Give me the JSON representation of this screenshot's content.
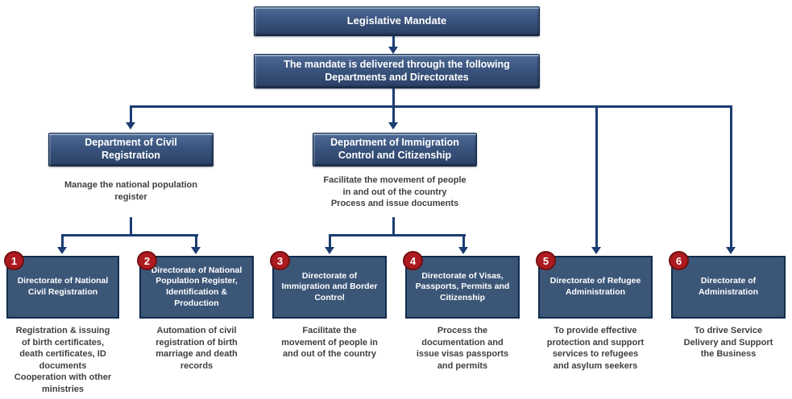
{
  "colors": {
    "background": "#ffffff",
    "connector": "#1c3d72",
    "box_fill_top": "#4f6b96",
    "box_fill_mid": "#3a547e",
    "box_fill_bottom": "#2b4165",
    "box_border": "#122c4e",
    "flat_box_fill": "#3c5677",
    "flat_box_border": "#122c4e",
    "badge_fill": "#ad1a1f",
    "badge_border": "#70100f",
    "desc_text": "#3f3f3f",
    "title_text": "#ffffff"
  },
  "root_box": {
    "title": "Legislative Mandate"
  },
  "mandate_box": {
    "text": "The mandate is delivered through the following\nDepartments and Directorates"
  },
  "departments": [
    {
      "name": "Department of Civil\nRegistration",
      "description": "Manage the national population\nregister"
    },
    {
      "name": "Department  of Immigration\nControl and Citizenship",
      "description": "Facilitate the movement of people\nin and out of the country\nProcess and issue documents"
    }
  ],
  "directorates": [
    {
      "number": "1",
      "name": "Directorate of National\nCivil Registration",
      "description": "Registration & issuing\nof birth certificates,\ndeath certificates, ID\ndocuments\nCooperation with other\nministries"
    },
    {
      "number": "2",
      "name": "Directorate of National\nPopulation Register,\nIdentification &\nProduction",
      "description": "Automation of civil\nregistration of birth\nmarriage and death\nrecords"
    },
    {
      "number": "3",
      "name": "Directorate of\nImmigration and Border\nControl",
      "description": "Facilitate the\nmovement of people in\nand out of the country"
    },
    {
      "number": "4",
      "name": "Directorate of Visas,\nPassports, Permits and\nCitizenship",
      "description": "Process the\ndocumentation and\nissue visas passports\nand permits"
    },
    {
      "number": "5",
      "name": "Directorate of Refugee\nAdministration",
      "description": "To provide effective\nprotection and support\nservices to refugees\nand asylum seekers"
    },
    {
      "number": "6",
      "name": "Directorate of\nAdministration",
      "description": "To drive Service\nDelivery and Support\nthe Business"
    }
  ]
}
